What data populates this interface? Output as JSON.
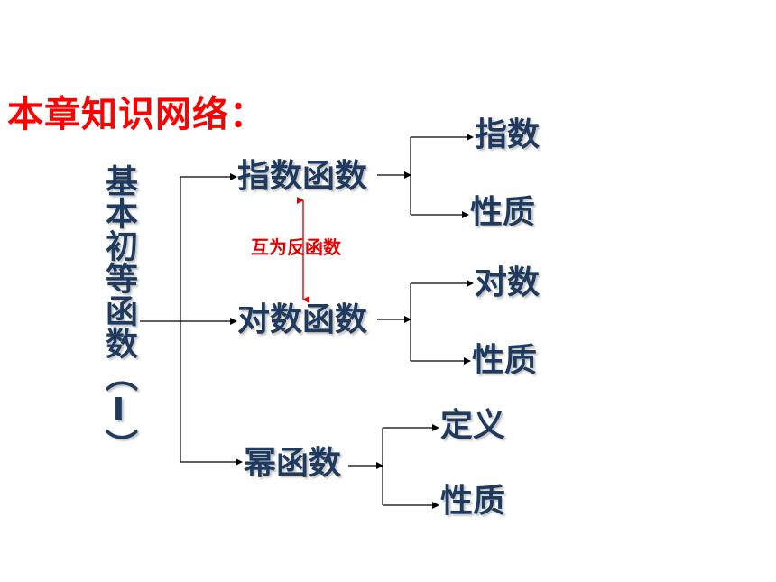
{
  "title": "本章知识网络：",
  "root": "基本初等函数（Ⅰ）",
  "branches": [
    {
      "name": "指数函数",
      "children": [
        "指数",
        "性质"
      ]
    },
    {
      "name": "对数函数",
      "children": [
        "对数",
        "性质"
      ]
    },
    {
      "name": "幂函数",
      "children": [
        "定义",
        "性质"
      ]
    }
  ],
  "relation_label": "互为反函数",
  "colors": {
    "title": "#ff0000",
    "node_text": "#1f3a5f",
    "relation": "#e60000",
    "lines": "#000000"
  }
}
